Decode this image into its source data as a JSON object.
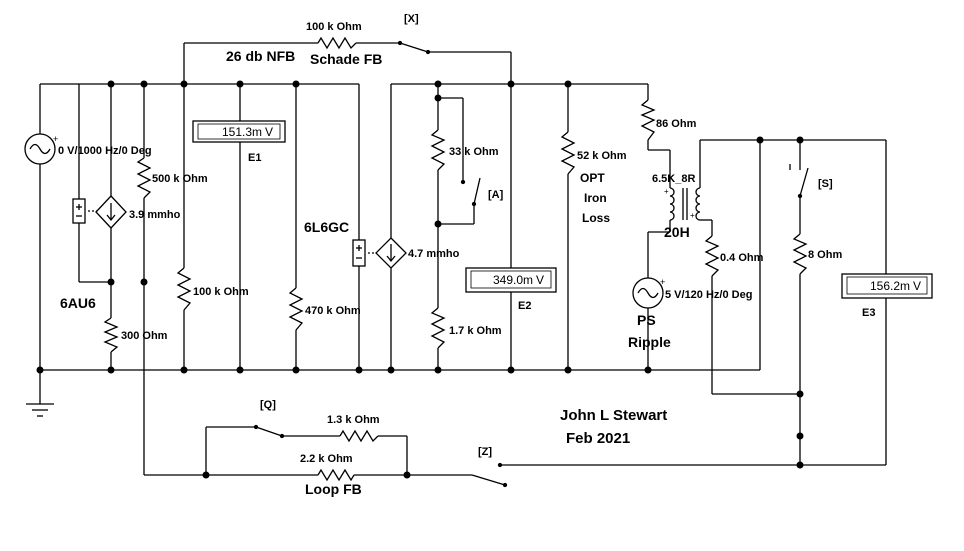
{
  "labels": {
    "schade_res": "100 k Ohm",
    "switch_x": "[X]",
    "nfb_db": "26 db NFB",
    "schade_fb": "Schade FB",
    "src_in": "0 V/1000 Hz/0 Deg",
    "res_500k": "500 k Ohm",
    "gm_6au6": "3.9 mmho",
    "tube_6au6": "6AU6",
    "res_300": "300  Ohm",
    "res_100k": "100 k Ohm",
    "res_470k": "470 k Ohm",
    "tube_6l6gc": "6L6GC",
    "gm_6l6gc": "4.7 mmho",
    "res_33k": "33 k Ohm",
    "switch_a": "[A]",
    "res_1_7k": "1.7 k Ohm",
    "res_52k": "52 k Ohm",
    "opt_1": "OPT",
    "opt_2": "Iron",
    "opt_3": "Loss",
    "res_86": "86  Ohm",
    "xfmr": "6.5K_8R",
    "ind_20h": "20H",
    "res_0_4": "0.4  Ohm",
    "src_ps": "5 V/120 Hz/0 Deg",
    "ps_1": "PS",
    "ps_2": "Ripple",
    "switch_s": "[S]",
    "res_8": "8  Ohm",
    "switch_q": "[Q]",
    "res_1_3k": "1.3 k Ohm",
    "res_2_2k": "2.2 k Ohm",
    "loop_fb": "Loop FB",
    "switch_z": "[Z]",
    "author": "John L Stewart",
    "date": "Feb 2021"
  },
  "meters": {
    "e1": {
      "value": "151.3m",
      "unit": "V",
      "name": "E1"
    },
    "e2": {
      "value": "349.0m",
      "unit": "V",
      "name": "E2"
    },
    "e3": {
      "value": "156.2m",
      "unit": "V",
      "name": "E3"
    }
  }
}
